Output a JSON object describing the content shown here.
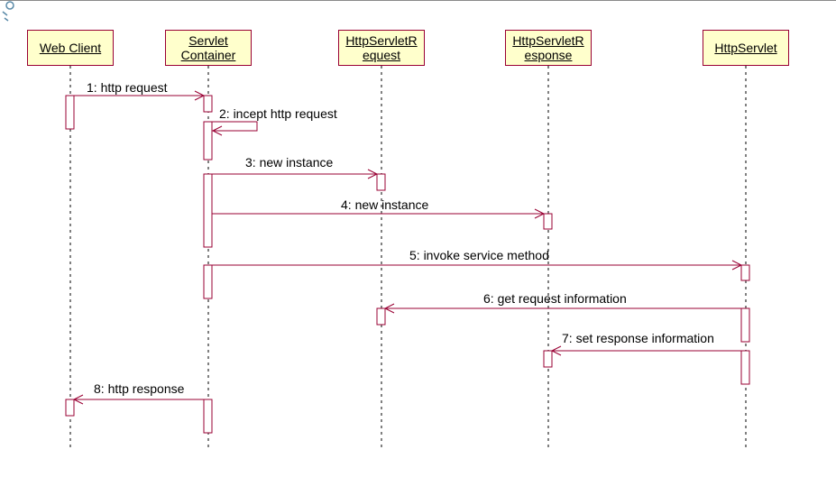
{
  "colors": {
    "participant_fill": "#ffffcc",
    "participant_border": "#990033",
    "message_line": "#990033",
    "lifeline": "#000000",
    "activation_fill": "#ffffff"
  },
  "participants": [
    {
      "id": "web-client",
      "lines": [
        "Web Client"
      ]
    },
    {
      "id": "servlet-container",
      "lines": [
        "Servlet",
        "Container"
      ]
    },
    {
      "id": "http-servlet-request",
      "lines": [
        "HttpServletR",
        "equest"
      ]
    },
    {
      "id": "http-servlet-response",
      "lines": [
        "HttpServletR",
        "esponse"
      ]
    },
    {
      "id": "http-servlet",
      "lines": [
        "HttpServlet"
      ]
    }
  ],
  "messages": [
    {
      "number": 1,
      "text": "1: http request",
      "from": "web-client",
      "to": "servlet-container"
    },
    {
      "number": 2,
      "text": "2: incept http request",
      "from": "servlet-container",
      "to": "servlet-container"
    },
    {
      "number": 3,
      "text": "3: new instance",
      "from": "servlet-container",
      "to": "http-servlet-request"
    },
    {
      "number": 4,
      "text": "4: new instance",
      "from": "servlet-container",
      "to": "http-servlet-response"
    },
    {
      "number": 5,
      "text": "5: invoke service method",
      "from": "servlet-container",
      "to": "http-servlet"
    },
    {
      "number": 6,
      "text": "6: get request information",
      "from": "http-servlet",
      "to": "http-servlet-request"
    },
    {
      "number": 7,
      "text": "7: set response information",
      "from": "http-servlet",
      "to": "http-servlet-response"
    },
    {
      "number": 8,
      "text": "8: http response",
      "from": "servlet-container",
      "to": "web-client"
    }
  ]
}
